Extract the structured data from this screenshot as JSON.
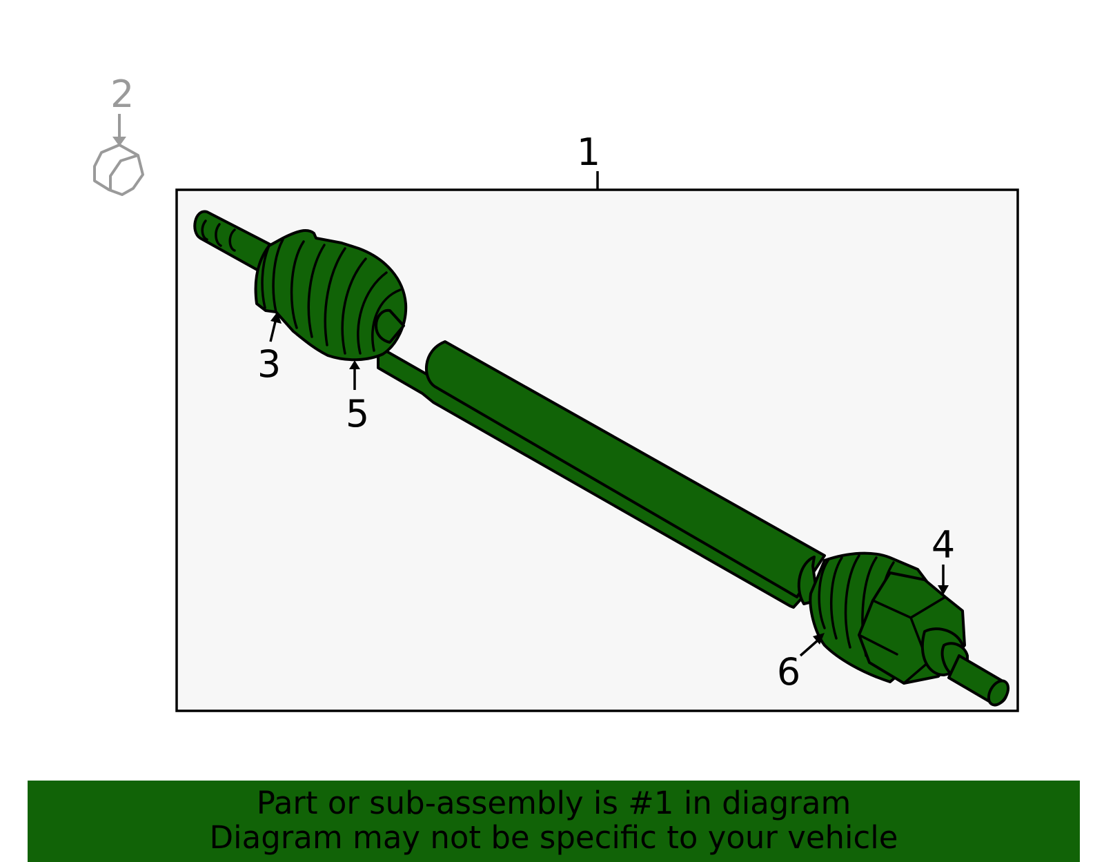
{
  "diagram": {
    "title": "Axle shaft assembly parts diagram",
    "colors": {
      "part_fill": "#116307",
      "outline": "#000000",
      "box_bg": "#f7f7f7",
      "ref_part": "#9a9a9a",
      "banner_bg": "#116307"
    },
    "callouts": [
      {
        "id": "1",
        "label": "1",
        "description": "Axle shaft assembly (boxed)"
      },
      {
        "id": "2",
        "label": "2",
        "description": "Nut (outside box, grey)"
      },
      {
        "id": "3",
        "label": "3",
        "description": "Inner boot clamp"
      },
      {
        "id": "4",
        "label": "4",
        "description": "Outer joint"
      },
      {
        "id": "5",
        "label": "5",
        "description": "Inner boot"
      },
      {
        "id": "6",
        "label": "6",
        "description": "Outer boot"
      }
    ]
  },
  "banner": {
    "line1": "Part or sub-assembly is #1 in diagram",
    "line2": "Diagram may not be specific to your vehicle"
  }
}
